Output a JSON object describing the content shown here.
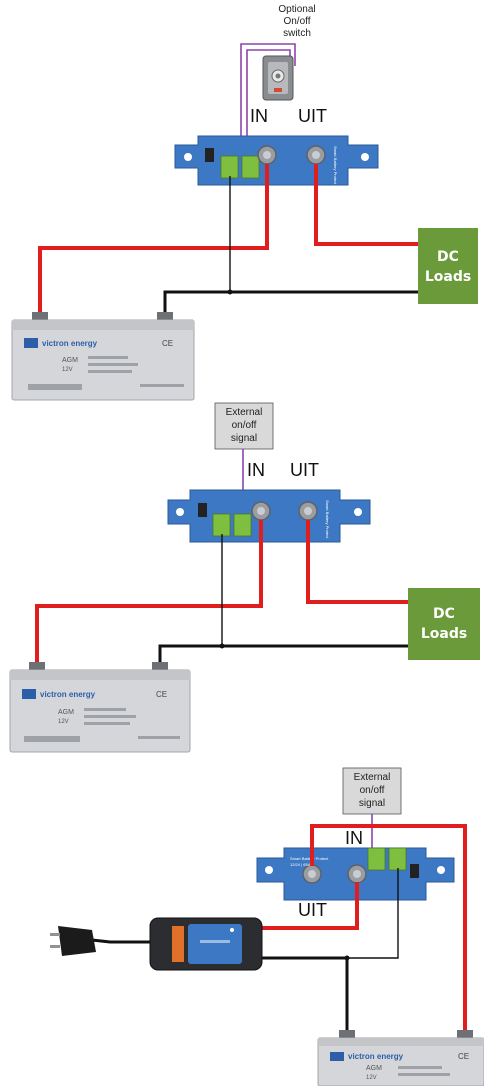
{
  "colors": {
    "red_wire": "#e11e1e",
    "black_wire": "#111111",
    "purple_wire": "#8e44ad",
    "protect_blue": "#3d78c4",
    "load_green": "#6b9a3a",
    "battery_gray": "#d4d6da",
    "terminal_green": "#7fbf3f",
    "signal_box": "#d9d9d9"
  },
  "labels": {
    "in": "IN",
    "out": "UIT",
    "dc_line1": "DC",
    "dc_line2": "Loads",
    "switch_note": [
      "Optional",
      "On/off",
      "switch"
    ],
    "signal_note": [
      "External",
      "on/off",
      "signal"
    ]
  },
  "battery": {
    "brand": "victron energy",
    "model_a": "AGM",
    "model_b": "12V",
    "marks": "CE"
  },
  "protect": {
    "name": "Smart Battery Protect",
    "rating": "12/24 | 65A"
  },
  "icons": {
    "switch": "toggle-switch-icon",
    "plug": "mains-plug-icon",
    "charger": "battery-charger-icon"
  }
}
